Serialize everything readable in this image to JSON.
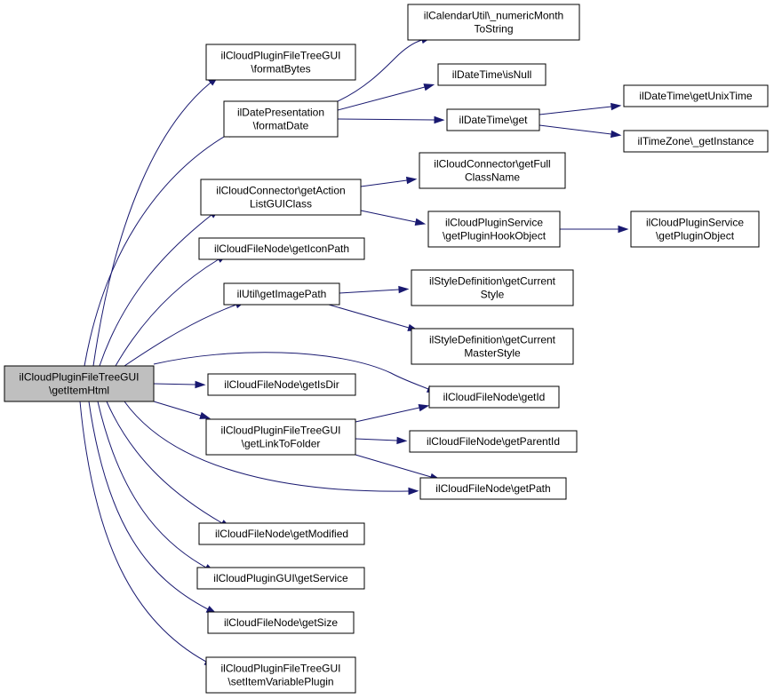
{
  "colors": {
    "edge": "#191970",
    "node_fill": "#ffffff",
    "root_fill": "#bfbfbf",
    "border": "#000000"
  },
  "nodes": [
    {
      "id": "root",
      "lines": [
        "ilCloudPluginFileTreeGUI",
        "\\getItemHtml"
      ]
    },
    {
      "id": "formatBytes",
      "lines": [
        "ilCloudPluginFileTreeGUI",
        "\\formatBytes"
      ]
    },
    {
      "id": "formatDate",
      "lines": [
        "ilDatePresentation",
        "\\formatDate"
      ]
    },
    {
      "id": "getActionListGUIClass",
      "lines": [
        "ilCloudConnector\\getAction",
        "ListGUIClass"
      ]
    },
    {
      "id": "getIconPath",
      "lines": [
        "ilCloudFileNode\\getIconPath"
      ]
    },
    {
      "id": "getImagePath",
      "lines": [
        "ilUtil\\getImagePath"
      ]
    },
    {
      "id": "getIsDir",
      "lines": [
        "ilCloudFileNode\\getIsDir"
      ]
    },
    {
      "id": "getLinkToFolder",
      "lines": [
        "ilCloudPluginFileTreeGUI",
        "\\getLinkToFolder"
      ]
    },
    {
      "id": "getModified",
      "lines": [
        "ilCloudFileNode\\getModified"
      ]
    },
    {
      "id": "getService",
      "lines": [
        "ilCloudPluginGUI\\getService"
      ]
    },
    {
      "id": "getSize",
      "lines": [
        "ilCloudFileNode\\getSize"
      ]
    },
    {
      "id": "setItemVariablePlugin",
      "lines": [
        "ilCloudPluginFileTreeGUI",
        "\\setItemVariablePlugin"
      ]
    },
    {
      "id": "numericMonthToString",
      "lines": [
        "ilCalendarUtil\\_numericMonth",
        "ToString"
      ]
    },
    {
      "id": "isNull",
      "lines": [
        "ilDateTime\\isNull"
      ]
    },
    {
      "id": "dtGet",
      "lines": [
        "ilDateTime\\get"
      ]
    },
    {
      "id": "getUnixTime",
      "lines": [
        "ilDateTime\\getUnixTime"
      ]
    },
    {
      "id": "getInstance",
      "lines": [
        "ilTimeZone\\_getInstance"
      ]
    },
    {
      "id": "getFullClassName",
      "lines": [
        "ilCloudConnector\\getFull",
        "ClassName"
      ]
    },
    {
      "id": "getPluginHookObject",
      "lines": [
        "ilCloudPluginService",
        "\\getPluginHookObject"
      ]
    },
    {
      "id": "getPluginObject",
      "lines": [
        "ilCloudPluginService",
        "\\getPluginObject"
      ]
    },
    {
      "id": "getCurrentStyle",
      "lines": [
        "ilStyleDefinition\\getCurrent",
        "Style"
      ]
    },
    {
      "id": "getCurrentMasterStyle",
      "lines": [
        "ilStyleDefinition\\getCurrent",
        "MasterStyle"
      ]
    },
    {
      "id": "getId",
      "lines": [
        "ilCloudFileNode\\getId"
      ]
    },
    {
      "id": "getParentId",
      "lines": [
        "ilCloudFileNode\\getParentId"
      ]
    },
    {
      "id": "getPath",
      "lines": [
        "ilCloudFileNode\\getPath"
      ]
    }
  ],
  "edges": [
    {
      "from": "root",
      "to": "formatBytes"
    },
    {
      "from": "root",
      "to": "formatDate"
    },
    {
      "from": "root",
      "to": "getActionListGUIClass"
    },
    {
      "from": "root",
      "to": "getIconPath"
    },
    {
      "from": "root",
      "to": "getImagePath"
    },
    {
      "from": "root",
      "to": "getIsDir"
    },
    {
      "from": "root",
      "to": "getId"
    },
    {
      "from": "root",
      "to": "getLinkToFolder"
    },
    {
      "from": "root",
      "to": "getPath"
    },
    {
      "from": "root",
      "to": "getModified"
    },
    {
      "from": "root",
      "to": "getService"
    },
    {
      "from": "root",
      "to": "getSize"
    },
    {
      "from": "root",
      "to": "setItemVariablePlugin"
    },
    {
      "from": "formatDate",
      "to": "numericMonthToString"
    },
    {
      "from": "formatDate",
      "to": "isNull"
    },
    {
      "from": "formatDate",
      "to": "dtGet"
    },
    {
      "from": "dtGet",
      "to": "getUnixTime"
    },
    {
      "from": "dtGet",
      "to": "getInstance"
    },
    {
      "from": "getActionListGUIClass",
      "to": "getFullClassName"
    },
    {
      "from": "getActionListGUIClass",
      "to": "getPluginHookObject"
    },
    {
      "from": "getPluginHookObject",
      "to": "getPluginObject"
    },
    {
      "from": "getImagePath",
      "to": "getCurrentStyle"
    },
    {
      "from": "getImagePath",
      "to": "getCurrentMasterStyle"
    },
    {
      "from": "getLinkToFolder",
      "to": "getId"
    },
    {
      "from": "getLinkToFolder",
      "to": "getParentId"
    },
    {
      "from": "getLinkToFolder",
      "to": "getPath"
    }
  ]
}
